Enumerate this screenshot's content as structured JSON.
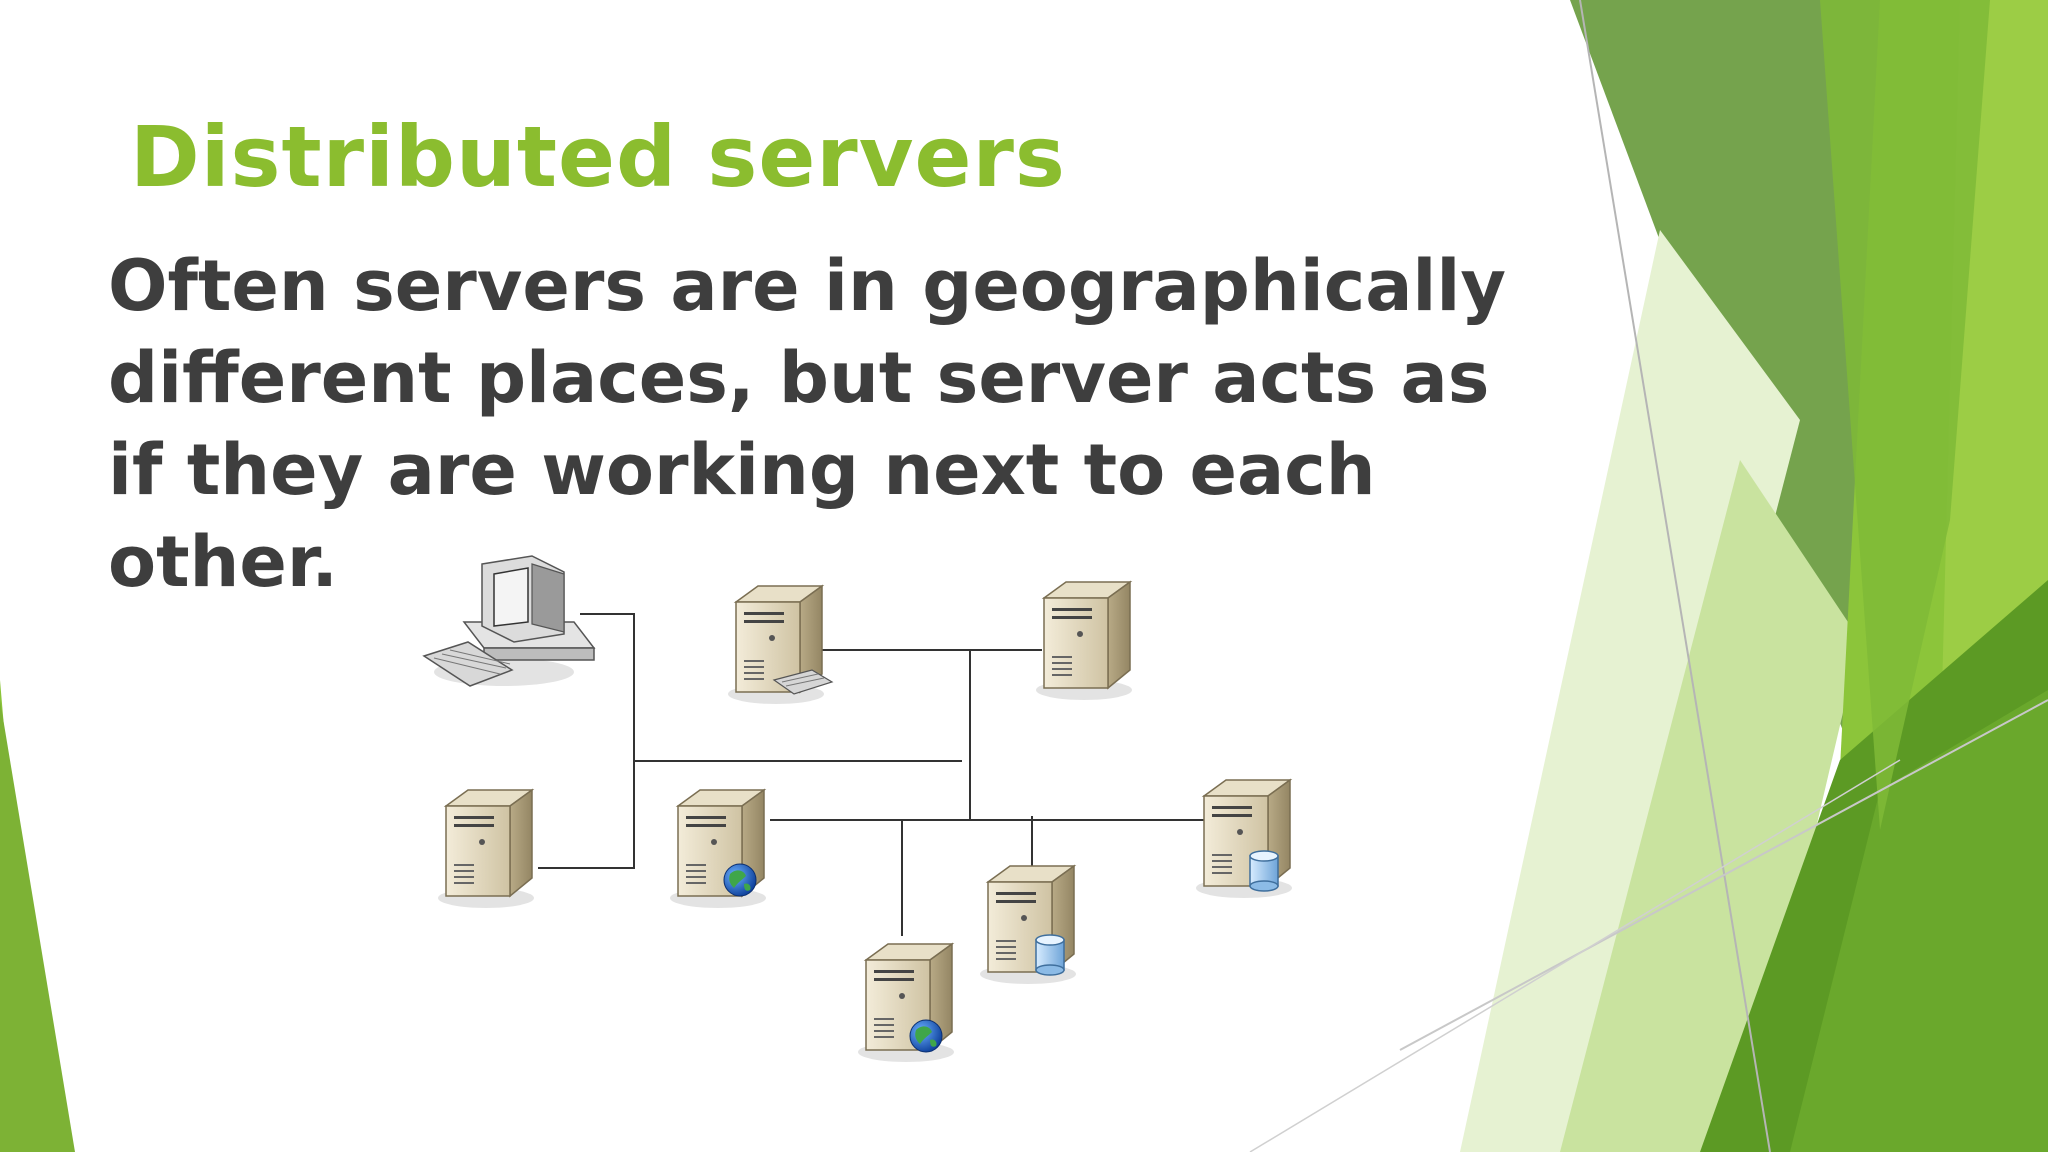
{
  "slide": {
    "title": "Distributed servers",
    "body": "Often servers are in geographically different places, but server acts as if they are working next to each other."
  },
  "theme": {
    "title_color": "#8bbd2f",
    "body_color": "#3e3e3e",
    "accent_greens": [
      "#75a34d",
      "#8cc53a",
      "#5c9a24",
      "#b9dc7c",
      "#d8ecb4"
    ]
  },
  "diagram": {
    "nodes": [
      {
        "name": "client-workstation",
        "icon": "desktop-computer-icon"
      },
      {
        "name": "print-server",
        "icon": "server-with-printer-icon"
      },
      {
        "name": "server-top-right",
        "icon": "server-icon"
      },
      {
        "name": "server-left",
        "icon": "server-icon"
      },
      {
        "name": "web-server-center",
        "icon": "server-with-globe-icon"
      },
      {
        "name": "database-server-center",
        "icon": "server-with-database-icon"
      },
      {
        "name": "database-server-right",
        "icon": "server-with-database-icon"
      },
      {
        "name": "web-server-bottom",
        "icon": "server-with-globe-icon"
      }
    ]
  }
}
